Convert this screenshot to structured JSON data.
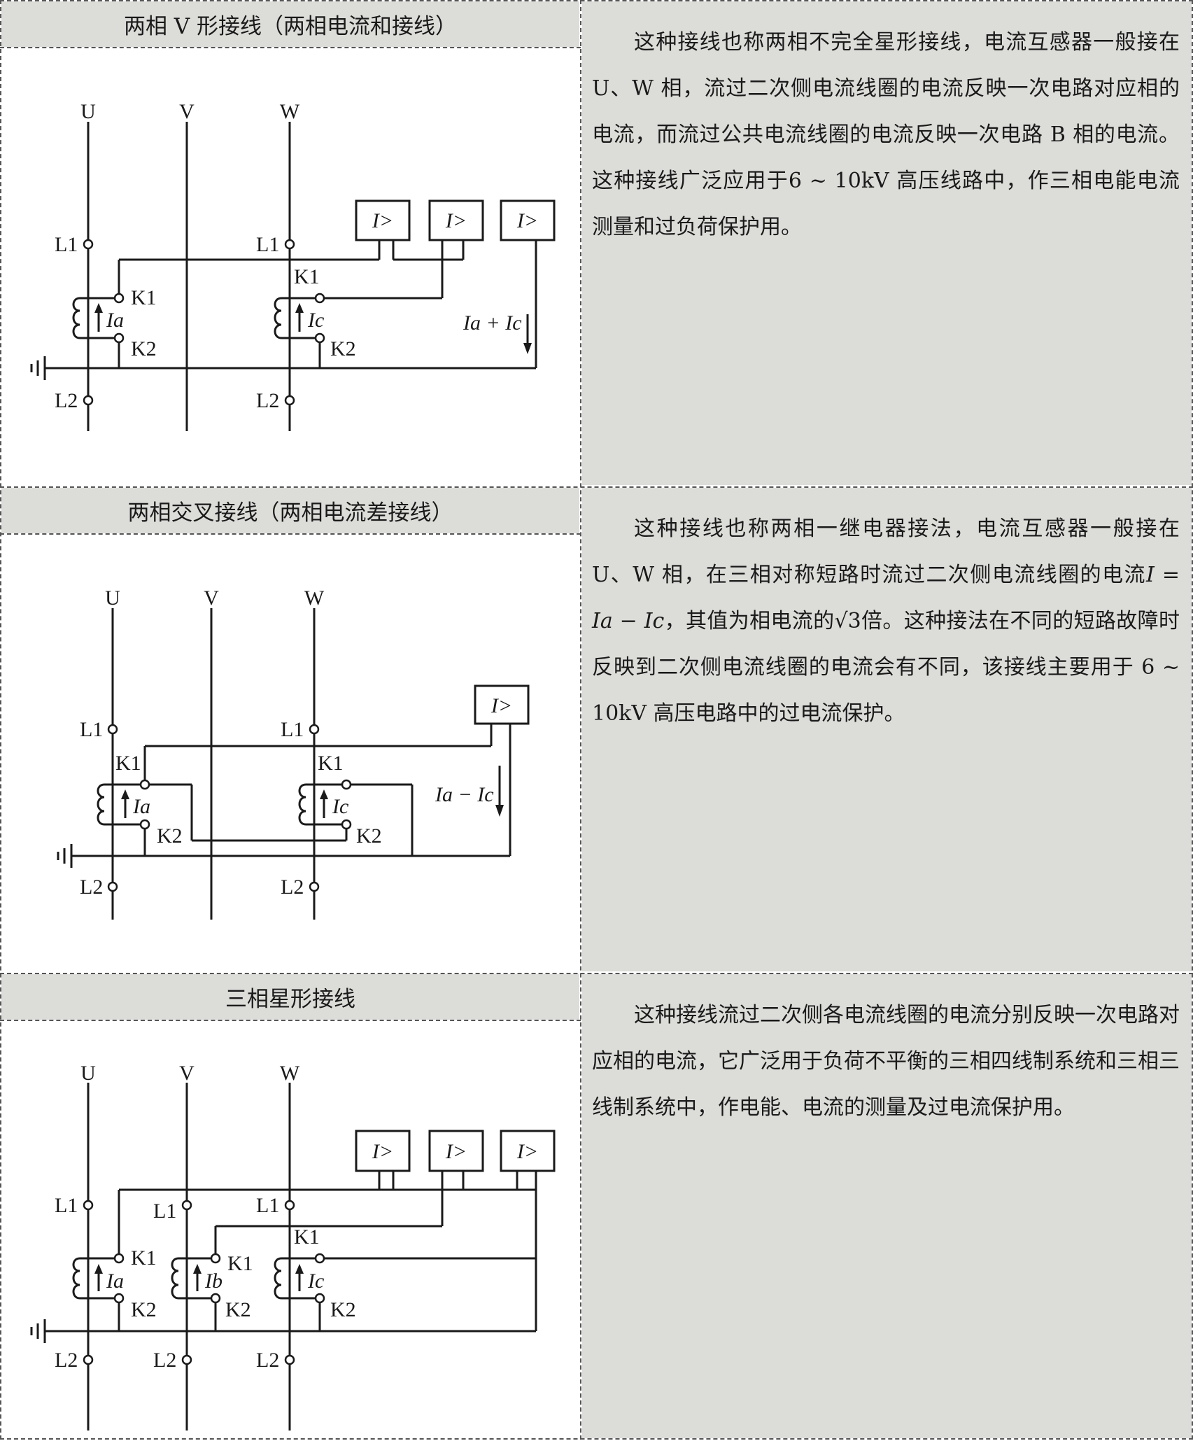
{
  "sections": [
    {
      "title": "两相 V 形接线（两相电流和接线）",
      "description": "这种接线也称两相不完全星形接线，电流互感器一般接在 U、W 相，流过二次侧电流线圈的电流反映一次电路对应相的电流，而流过公共电流线圈的电流反映一次电路 B 相的电流。这种接线广泛应用于6 ~ 10kV 高压线路中，作三相电能电流测量和过负荷保护用。",
      "diagram": {
        "phases": [
          "U",
          "V",
          "W"
        ],
        "l1": "L1",
        "l2": "L2",
        "k1": "K1",
        "k2": "K2",
        "relay": "I>",
        "currents": [
          "Ia",
          "Ic"
        ],
        "sum_label": "Ia + Ic"
      }
    },
    {
      "title": "两相交叉接线（两相电流差接线）",
      "description_parts": {
        "p1": "这种接线也称两相一继电器接法，电流互感器一般接在 U、W 相，在三相对称短路时流过二次侧电流线圈的电流",
        "formula": "I = Ia − Ic",
        "p2": "，其值为相电流的",
        "sqrt": "√3",
        "p3": "倍。这种接法在不同的短路故障时反映到二次侧电流线圈的电流会有不同，该接线主要用于 6 ~ 10kV 高压电路中的过电流保护。"
      },
      "diagram": {
        "phases": [
          "U",
          "V",
          "W"
        ],
        "l1": "L1",
        "l2": "L2",
        "k1": "K1",
        "k2": "K2",
        "relay": "I>",
        "currents": [
          "Ia",
          "Ic"
        ],
        "diff_label": "Ia − Ic"
      }
    },
    {
      "title": "三相星形接线",
      "description": "这种接线流过二次侧各电流线圈的电流分别反映一次电路对应相的电流，它广泛用于负荷不平衡的三相四线制系统和三相三线制系统中，作电能、电流的测量及过电流保护用。",
      "diagram": {
        "phases": [
          "U",
          "V",
          "W"
        ],
        "l1": "L1",
        "l2": "L2",
        "k1": "K1",
        "k2": "K2",
        "relay": "I>",
        "currents": [
          "Ia",
          "Ib",
          "Ic"
        ]
      }
    }
  ]
}
